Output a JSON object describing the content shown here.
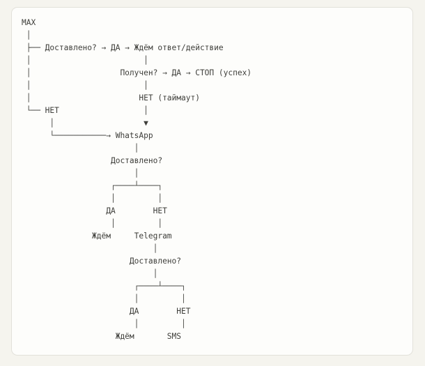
{
  "diagram": {
    "lines": [
      "MAX",
      " │",
      " ├── Доставлено? → ДА → Ждём ответ/действие",
      " │                        │",
      " │                   Получен? → ДА → СТОП (успех)",
      " │                        │",
      " │                       НЕТ (таймаут)",
      " └── НЕТ                  │",
      "      │                   ▼",
      "      └───────────→ WhatsApp",
      "                        │",
      "                   Доставлено?",
      "                        │",
      "                   ┌────┴────┐",
      "                   │         │",
      "                  ДА        НЕТ",
      "                   │         │",
      "               Ждём     Telegram",
      "                            │",
      "                       Доставлено?",
      "                            │",
      "                        ┌────┴────┐",
      "                        │         │",
      "                       ДА        НЕТ",
      "                        │         │",
      "                    Ждём       SMS"
    ]
  },
  "colors": {
    "page_bg": "#f5f4ee",
    "card_bg": "#fdfdfb",
    "card_border": "#e2e1da",
    "text": "#3e3e3a"
  }
}
